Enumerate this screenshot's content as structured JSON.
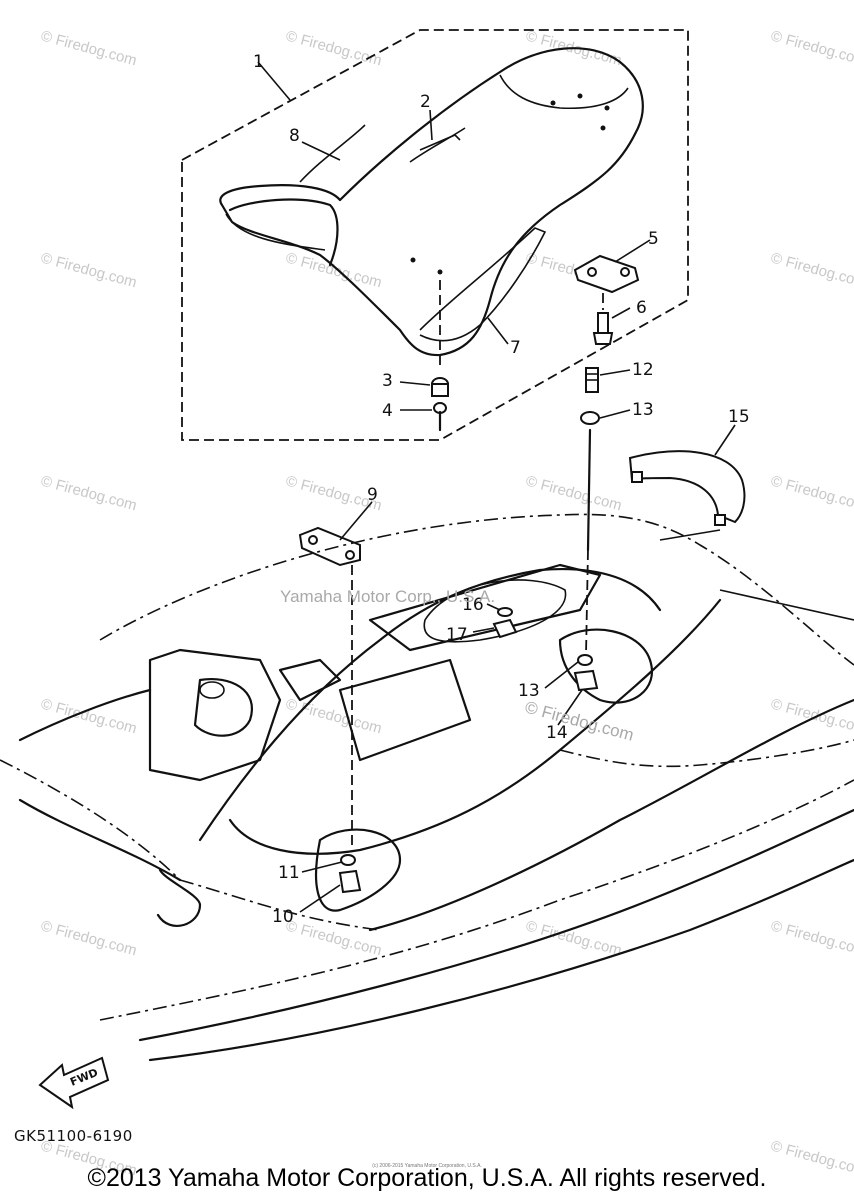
{
  "callouts": {
    "c1": "1",
    "c2": "2",
    "c3": "3",
    "c4": "4",
    "c5": "5",
    "c6": "6",
    "c7": "7",
    "c8": "8",
    "c9": "9",
    "c10": "10",
    "c11": "11",
    "c12": "12",
    "c13a": "13",
    "c13b": "13",
    "c14": "14",
    "c15": "15",
    "c16": "16",
    "c17": "17"
  },
  "fwd_label": "FWD",
  "diagram_code": "GK51100-6190",
  "center_watermark": "Yamaha Motor Corp., U.S.A.",
  "firedog_label": "© Firedog.com",
  "tiny_copyright": "(c) 2006-2015 Yamaha Motor Corporation, U.S.A.",
  "copyright": "©2013 Yamaha Motor Corporation, U.S.A. All rights reserved."
}
